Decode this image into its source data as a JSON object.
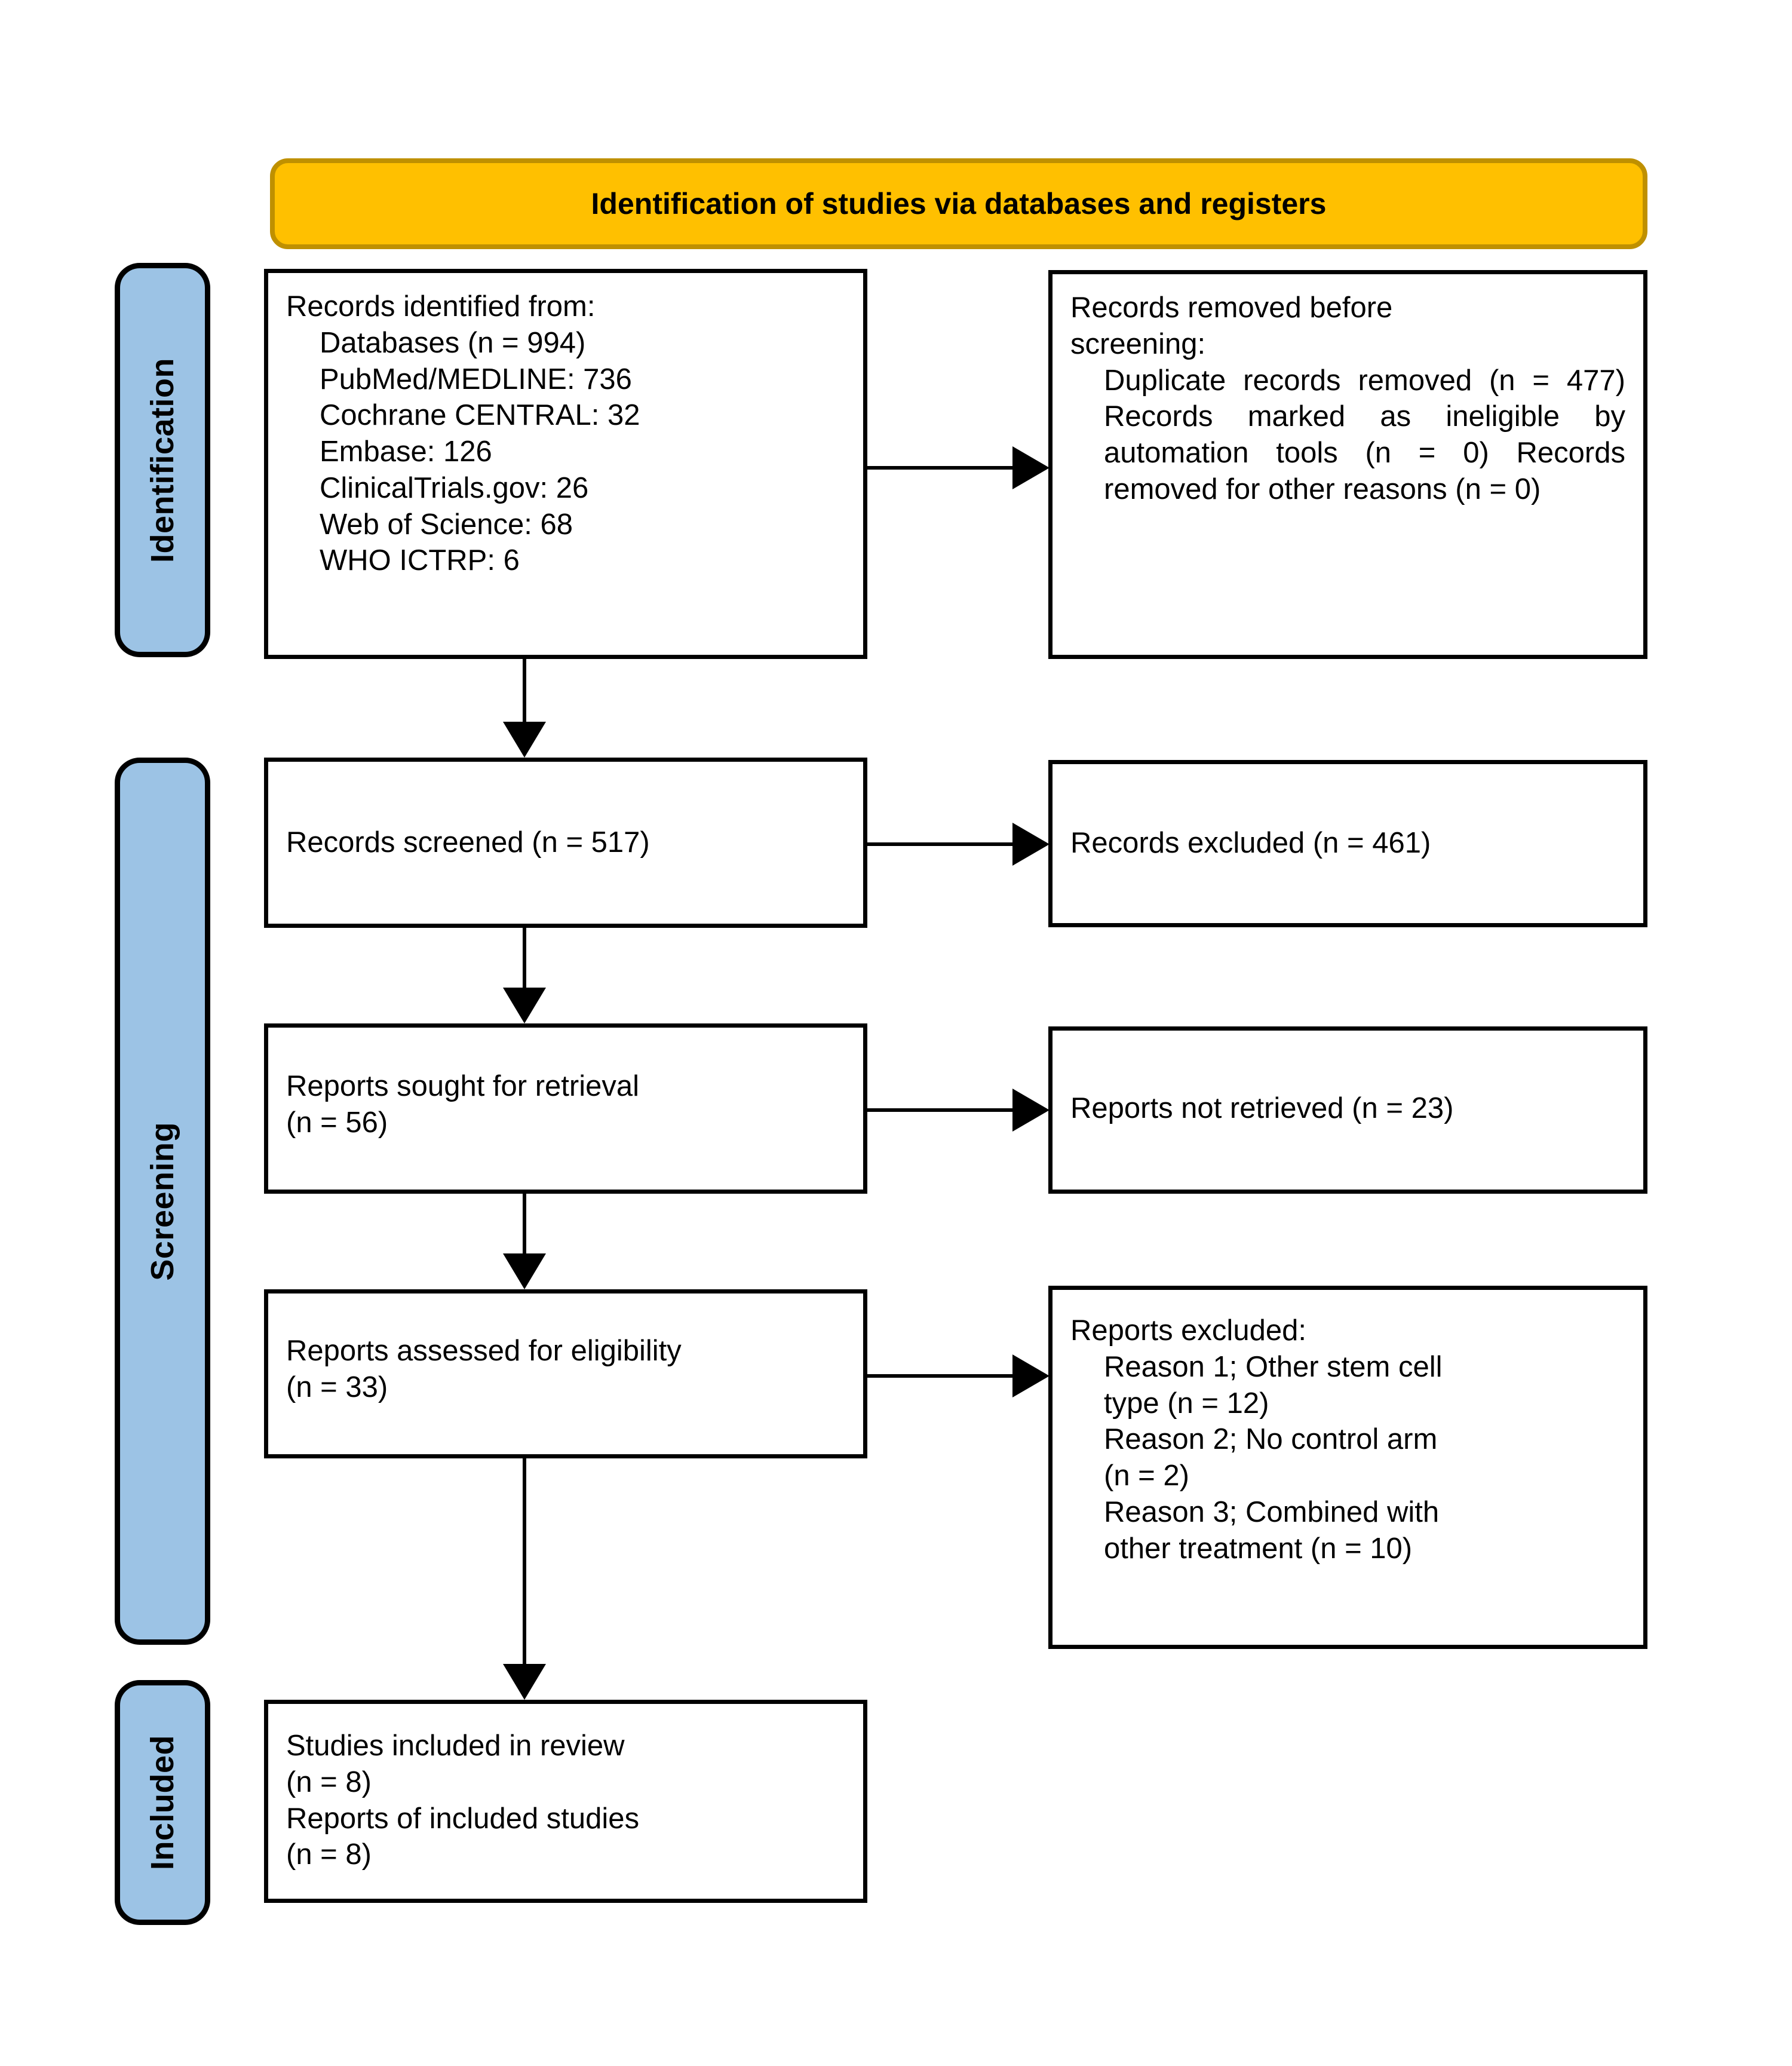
{
  "banner": {
    "title": "Identification of studies via databases and registers"
  },
  "phases": [
    {
      "label": "Identification"
    },
    {
      "label": "Screening"
    },
    {
      "label": "Included"
    }
  ],
  "boxes": {
    "records_identified": {
      "heading": "Records identified from:",
      "sources": [
        "Databases (n = 994)",
        "PubMed/MEDLINE: 736",
        "Cochrane CENTRAL: 32",
        "Embase: 126",
        "ClinicalTrials.gov: 26",
        "Web of Science: 68",
        "WHO ICTRP: 6"
      ]
    },
    "records_removed": {
      "heading_line1": "Records removed before",
      "heading_line2": "screening:",
      "detail": "Duplicate records removed (n = 477) Records marked as ineligible by automation tools (n = 0) Records removed for other reasons (n = 0)"
    },
    "records_screened": {
      "line1": "Records screened (n = 517)"
    },
    "records_excluded": {
      "line1": "Records excluded (n = 461)"
    },
    "reports_sought": {
      "line1": "Reports sought for retrieval",
      "line2": "(n = 56)"
    },
    "reports_not_retrieved": {
      "line1": "Reports not retrieved (n = 23)"
    },
    "reports_assessed": {
      "line1": "Reports assessed for eligibility",
      "line2": "(n = 33)"
    },
    "reports_excluded": {
      "heading": "Reports excluded:",
      "reasons": [
        {
          "line1": "Reason 1; Other stem cell",
          "line2": "type (n = 12)"
        },
        {
          "line1": "Reason 2; No control arm",
          "line2": "(n = 2)"
        },
        {
          "line1": "Reason 3; Combined with",
          "line2": "other treatment (n = 10)"
        }
      ]
    },
    "studies_included": {
      "line1": "Studies included in review",
      "line2": "(n = 8)",
      "line3": "Reports of included studies",
      "line4": "(n = 8)"
    }
  },
  "colors": {
    "banner_fill": "#FFC000",
    "banner_border": "#BF9000",
    "phase_fill": "#9CC3E5",
    "outline": "#000000",
    "background": "#FFFFFF"
  }
}
